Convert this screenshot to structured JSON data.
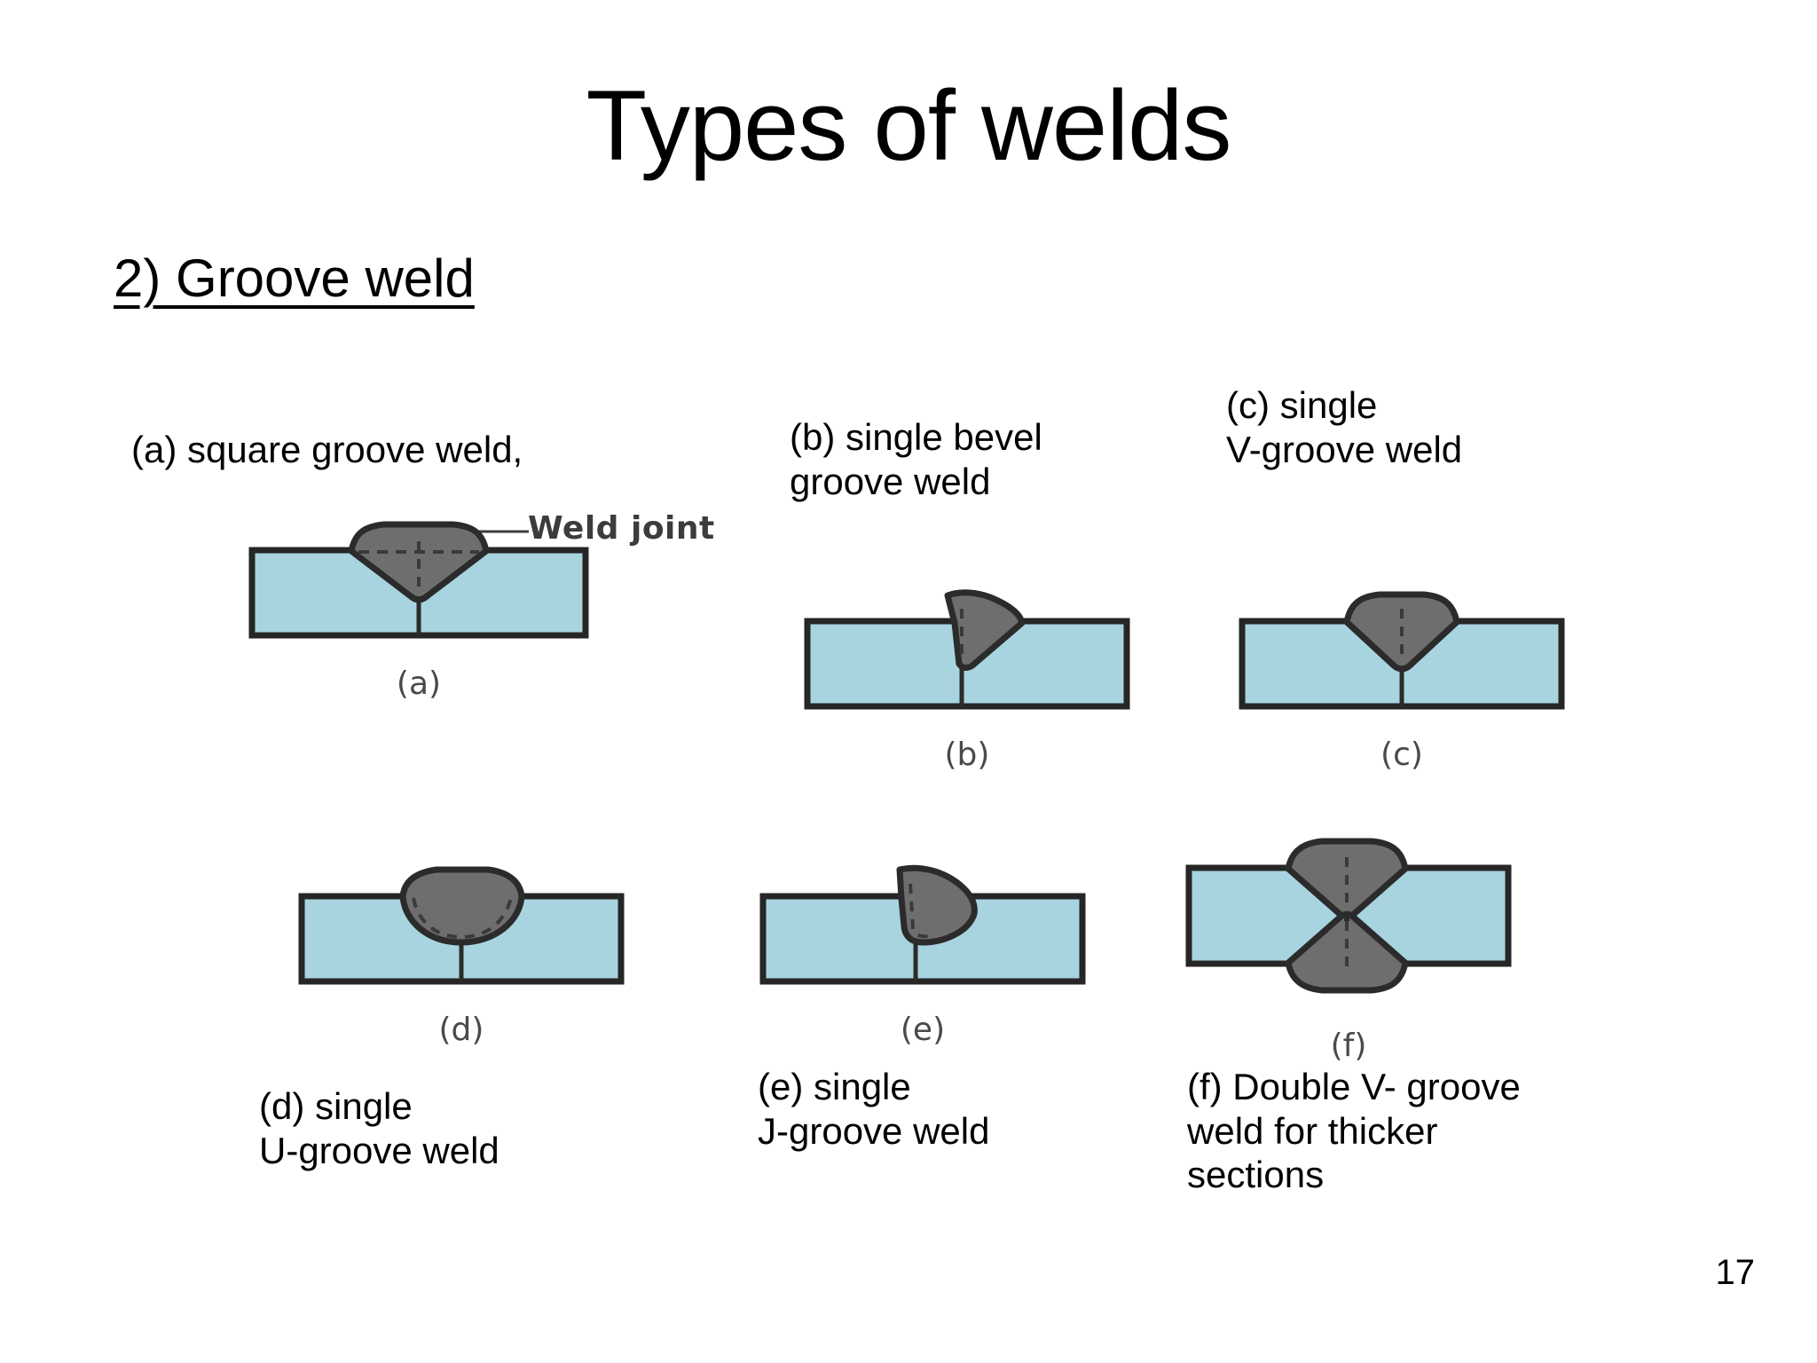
{
  "slide": {
    "title": "Types of welds",
    "section": "2) Groove weld",
    "page_number": "17",
    "annotation": "Weld joint",
    "colors": {
      "plate_fill": "#a8d4e0",
      "plate_stroke": "#262626",
      "bead_fill": "#6e6e6e",
      "bead_stroke": "#2b2b2b",
      "caption_gray": "#4a4a4a",
      "background": "#ffffff"
    }
  },
  "figures": [
    {
      "key": "a",
      "letter": "(a)",
      "caption": "(a) square groove weld,",
      "groove_type": "square",
      "description": "square groove weld, single plate pair butt joint with triangular weld bead crown"
    },
    {
      "key": "b",
      "letter": "(b)",
      "caption": "(b) single bevel\ngroove weld",
      "groove_type": "single-bevel",
      "description": "single bevel groove weld, asymmetric bead with vertical left face"
    },
    {
      "key": "c",
      "letter": "(c)",
      "caption": "(c) single\nV-groove weld",
      "groove_type": "single-v",
      "description": "single V-groove weld, symmetric V shaped bead"
    },
    {
      "key": "d",
      "letter": "(d)",
      "caption": "(d) single\nU-groove weld",
      "groove_type": "single-u",
      "description": "single U-groove weld, rounded U shaped bead"
    },
    {
      "key": "e",
      "letter": "(e)",
      "caption": "(e) single\nJ-groove weld",
      "groove_type": "single-j",
      "description": "single J-groove weld, J shaped bead with vertical left face"
    },
    {
      "key": "f",
      "letter": "(f)",
      "caption": "(f) Double V- groove\nweld for thicker\nsections",
      "groove_type": "double-v",
      "description": "double V-groove weld for thicker sections, hourglass shaped beads top and bottom"
    }
  ]
}
